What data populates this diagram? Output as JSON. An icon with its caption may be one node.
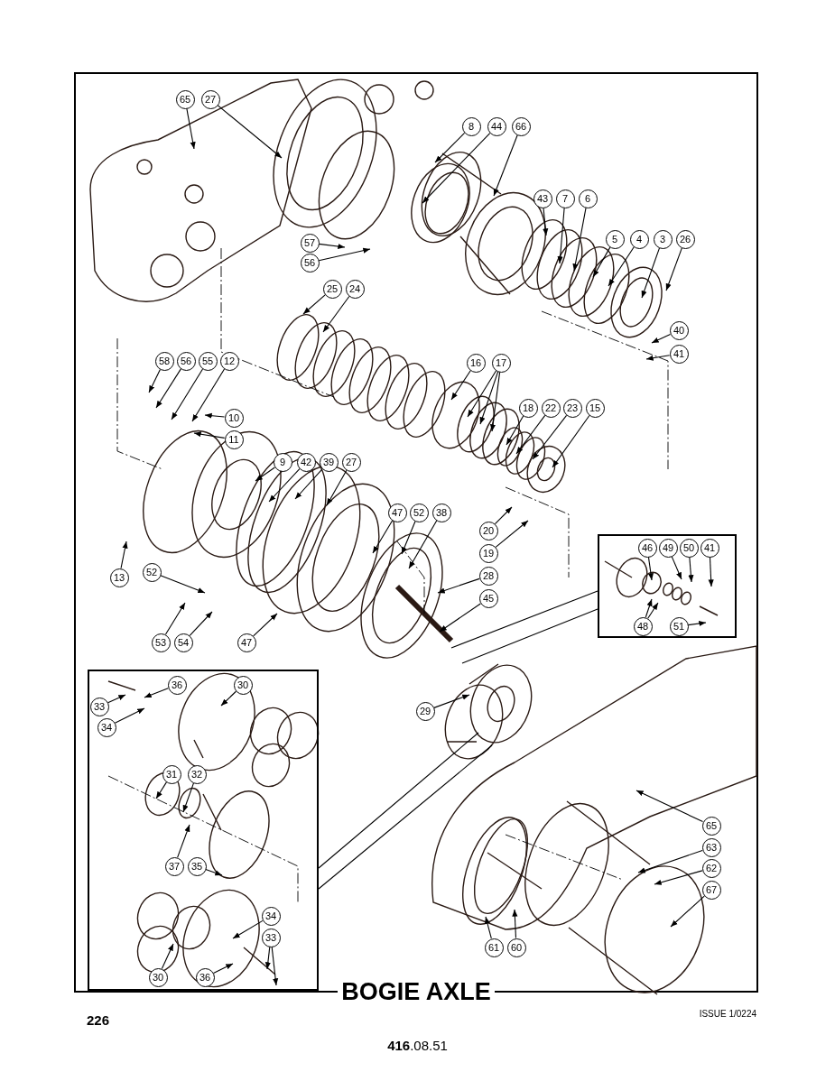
{
  "diagram": {
    "title": "BOGIE AXLE",
    "nodes": [
      {
        "text": [],
        "shape": "box"
      },
      {
        "text": [],
        "shape": "box"
      },
      {
        "text": [
          "65"
        ]
      },
      {
        "text": [
          "27"
        ]
      },
      {
        "text": [
          "8"
        ]
      },
      {
        "text": [
          "44"
        ]
      },
      {
        "text": [
          "66"
        ]
      },
      {
        "text": [
          "43"
        ]
      },
      {
        "text": [
          "7"
        ]
      },
      {
        "text": [
          "6"
        ]
      },
      {
        "text": [
          "5"
        ]
      },
      {
        "text": [
          "4"
        ]
      },
      {
        "text": [
          "3"
        ]
      },
      {
        "text": [
          "26"
        ]
      },
      {
        "text": [
          "57"
        ]
      },
      {
        "text": [
          "56"
        ]
      },
      {
        "text": [
          "25"
        ]
      },
      {
        "text": [
          "24"
        ]
      },
      {
        "text": [
          "40"
        ]
      },
      {
        "text": [
          "41"
        ]
      },
      {
        "text": [
          "58"
        ]
      },
      {
        "text": [
          "56"
        ]
      },
      {
        "text": [
          "55"
        ]
      },
      {
        "text": [
          "12"
        ]
      },
      {
        "text": [
          "16"
        ]
      },
      {
        "text": [
          "17"
        ]
      },
      {
        "text": [
          "18"
        ]
      },
      {
        "text": [
          "22"
        ]
      },
      {
        "text": [
          "23"
        ]
      },
      {
        "text": [
          "15"
        ]
      },
      {
        "text": [
          "10"
        ]
      },
      {
        "text": [
          "11"
        ]
      },
      {
        "text": [
          "9"
        ]
      },
      {
        "text": [
          "42"
        ]
      },
      {
        "text": [
          "39"
        ]
      },
      {
        "text": [
          "27"
        ]
      },
      {
        "text": [
          "47"
        ]
      },
      {
        "text": [
          "52"
        ]
      },
      {
        "text": [
          "38"
        ]
      },
      {
        "text": [
          "20"
        ]
      },
      {
        "text": [
          "46"
        ],
        "in": 0
      },
      {
        "text": [
          "49"
        ],
        "in": 0
      },
      {
        "text": [
          "50"
        ],
        "in": 0
      },
      {
        "text": [
          "41"
        ],
        "in": 0
      },
      {
        "text": [
          "19"
        ]
      },
      {
        "text": [
          "13"
        ]
      },
      {
        "text": [
          "52"
        ]
      },
      {
        "text": [
          "28"
        ]
      },
      {
        "text": [
          "45"
        ]
      },
      {
        "text": [
          "48"
        ],
        "in": 0
      },
      {
        "text": [
          "51"
        ],
        "in": 0
      },
      {
        "text": [
          "53"
        ]
      },
      {
        "text": [
          "54"
        ]
      },
      {
        "text": [
          "47"
        ]
      },
      {
        "text": [
          "36"
        ],
        "in": 1
      },
      {
        "text": [
          "30"
        ],
        "in": 1
      },
      {
        "text": [
          "33"
        ],
        "in": 1
      },
      {
        "text": [
          "29"
        ]
      },
      {
        "text": [
          "34"
        ],
        "in": 1
      },
      {
        "text": [
          "31"
        ],
        "in": 1
      },
      {
        "text": [
          "32"
        ],
        "in": 1
      },
      {
        "text": [
          "65"
        ]
      },
      {
        "text": [
          "63"
        ]
      },
      {
        "text": [
          "37"
        ],
        "in": 1
      },
      {
        "text": [
          "35"
        ],
        "in": 1
      },
      {
        "text": [
          "62"
        ]
      },
      {
        "text": [
          "67"
        ]
      },
      {
        "text": [
          "34"
        ],
        "in": 1
      },
      {
        "text": [
          "33"
        ],
        "in": 1
      },
      {
        "text": [
          "61"
        ]
      },
      {
        "text": [
          "60"
        ]
      },
      {
        "text": [
          "30"
        ],
        "in": 1
      },
      {
        "text": [
          "36"
        ],
        "in": 1
      }
    ],
    "edges": [
      {
        "from": 2,
        "to": null,
        "arrow": "to"
      },
      {
        "from": 3,
        "to": null,
        "arrow": "to"
      },
      {
        "from": 4,
        "to": null,
        "arrow": "to"
      },
      {
        "from": 5,
        "to": null,
        "arrow": "to"
      },
      {
        "from": 6,
        "to": null,
        "arrow": "to"
      },
      {
        "from": 7,
        "to": null,
        "arrow": "to"
      },
      {
        "from": 8,
        "to": null,
        "arrow": "to"
      },
      {
        "from": 9,
        "to": null,
        "arrow": "to"
      },
      {
        "from": 10,
        "to": null,
        "arrow": "to"
      },
      {
        "from": 11,
        "to": null,
        "arrow": "to"
      },
      {
        "from": 12,
        "to": null,
        "arrow": "to"
      },
      {
        "from": 13,
        "to": null,
        "arrow": "to"
      },
      {
        "from": 14,
        "to": null,
        "arrow": "to"
      },
      {
        "from": 15,
        "to": null,
        "arrow": "to"
      },
      {
        "from": 16,
        "to": null,
        "arrow": "to"
      },
      {
        "from": 17,
        "to": null,
        "arrow": "to"
      },
      {
        "from": 18,
        "to": null,
        "arrow": "to"
      },
      {
        "from": 19,
        "to": null,
        "arrow": "to"
      },
      {
        "from": 20,
        "to": null,
        "arrow": "to"
      },
      {
        "from": 21,
        "to": null,
        "arrow": "to"
      },
      {
        "from": 22,
        "to": null,
        "arrow": "to"
      },
      {
        "from": 23,
        "to": null,
        "arrow": "to"
      },
      {
        "from": 24,
        "to": null,
        "arrow": "to"
      },
      {
        "from": 25,
        "to": null,
        "arrow": "to"
      },
      {
        "from": 25,
        "to": null,
        "arrow": "to"
      },
      {
        "from": 25,
        "to": null,
        "arrow": "to"
      },
      {
        "from": 26,
        "to": null,
        "arrow": "to"
      },
      {
        "from": 27,
        "to": null,
        "arrow": "to"
      },
      {
        "from": 28,
        "to": null,
        "arrow": "to"
      },
      {
        "from": 29,
        "to": null,
        "arrow": "to"
      },
      {
        "from": 30,
        "to": null,
        "arrow": "to"
      },
      {
        "from": 31,
        "to": null,
        "arrow": "to"
      },
      {
        "from": 32,
        "to": null,
        "arrow": "to"
      },
      {
        "from": 33,
        "to": null,
        "arrow": "to"
      },
      {
        "from": 34,
        "to": null,
        "arrow": "to"
      },
      {
        "from": 35,
        "to": null,
        "arrow": "to"
      },
      {
        "from": 36,
        "to": null,
        "arrow": "to"
      },
      {
        "from": 37,
        "to": null,
        "arrow": "to"
      },
      {
        "from": 38,
        "to": null,
        "arrow": "to"
      },
      {
        "from": 39,
        "to": null,
        "arrow": "to"
      },
      {
        "from": 40,
        "to": null,
        "arrow": "to"
      },
      {
        "from": 41,
        "to": null,
        "arrow": "to"
      },
      {
        "from": 42,
        "to": null,
        "arrow": "to"
      },
      {
        "from": 43,
        "to": null,
        "arrow": "to"
      },
      {
        "from": 44,
        "to": null,
        "arrow": "to"
      },
      {
        "from": 45,
        "to": null,
        "arrow": "to"
      },
      {
        "from": 46,
        "to": null,
        "arrow": "to"
      },
      {
        "from": 47,
        "to": null,
        "arrow": "to"
      },
      {
        "from": 48,
        "to": null,
        "arrow": "to"
      },
      {
        "from": 49,
        "to": null,
        "arrow": "to"
      },
      {
        "from": 49,
        "to": null,
        "arrow": "to"
      },
      {
        "from": 50,
        "to": null,
        "arrow": "to"
      },
      {
        "from": 51,
        "to": null,
        "arrow": "to"
      },
      {
        "from": 52,
        "to": null,
        "arrow": "to"
      },
      {
        "from": 53,
        "to": null,
        "arrow": "to"
      },
      {
        "from": 54,
        "to": null,
        "arrow": "to"
      },
      {
        "from": 55,
        "to": null,
        "arrow": "to"
      },
      {
        "from": 56,
        "to": null,
        "arrow": "to"
      },
      {
        "from": 57,
        "to": null,
        "arrow": "to"
      },
      {
        "from": 58,
        "to": null,
        "arrow": "to"
      },
      {
        "from": 59,
        "to": null,
        "arrow": "to"
      },
      {
        "from": 60,
        "to": null,
        "arrow": "to"
      },
      {
        "from": 61,
        "to": null,
        "arrow": "to"
      },
      {
        "from": 62,
        "to": null,
        "arrow": "to"
      },
      {
        "from": 63,
        "to": null,
        "arrow": "to"
      },
      {
        "from": 64,
        "to": null,
        "arrow": "to"
      },
      {
        "from": 65,
        "to": null,
        "arrow": "to"
      },
      {
        "from": 66,
        "to": null,
        "arrow": "to"
      },
      {
        "from": 67,
        "to": null,
        "arrow": "to"
      },
      {
        "from": 68,
        "to": null,
        "arrow": "to"
      },
      {
        "from": 68,
        "to": null,
        "arrow": "to"
      },
      {
        "from": 69,
        "to": null,
        "arrow": "to"
      },
      {
        "from": 70,
        "to": null,
        "arrow": "to"
      },
      {
        "from": 71,
        "to": null,
        "arrow": "to"
      },
      {
        "from": 72,
        "to": null,
        "arrow": "to"
      },
      {
        "from": 0,
        "to": null,
        "arrow": "none"
      },
      {
        "from": 0,
        "to": null,
        "arrow": "none"
      },
      {
        "from": 1,
        "to": null,
        "arrow": "none"
      },
      {
        "from": 1,
        "to": null,
        "arrow": "none"
      }
    ],
    "labels": [
      "226",
      "ISSUE 1/0224",
      "**416**.08.51"
    ]
  }
}
